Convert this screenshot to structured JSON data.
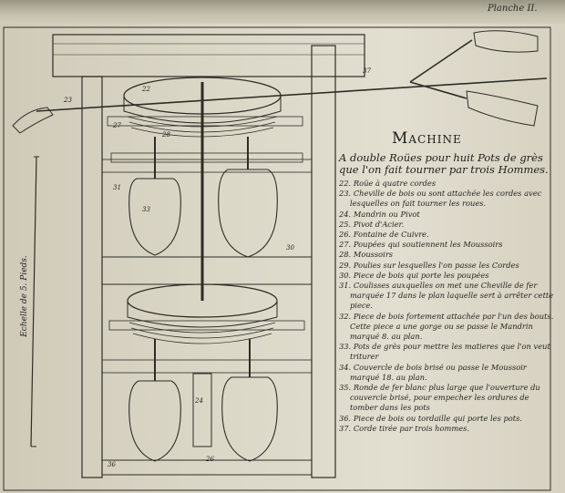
{
  "plate": {
    "title": "Planche II.",
    "machine_title": "Machine",
    "subtitle": "A double Roües pour huit Pots de grès que l'on fait tourner par trois Hommes.",
    "scale_label": "Echelle de 5. Pieds."
  },
  "legend": [
    "22. Roüe à quatre cordes",
    "23. Cheville de bois ou sont attachée les cordes avec lesquelles on fait tourner les roues.",
    "24. Mandrin ou Pivot",
    "25. Pivot d'Acier.",
    "26. Fontaine de Cuivre.",
    "27. Poupées qui soutiennent les Moussoirs",
    "28. Moussoirs",
    "29. Poulies sur lesquelles l'on passe les Cordes",
    "30. Piece de bois qui porte les poupées",
    "31. Coulisses auxquelles on met une Cheville de fer marquée 17 dans le plan laquelle sert à arrêter cette piece.",
    "32. Piece de bois fortement attachée par l'un des bouts. Cette piece a une gorge ou se passe le Mandrin marqué 8. au plan.",
    "33. Pots de grès pour mettre les matieres que l'on veut triturer",
    "34. Couvercle de bois brisé ou passe le Moussoir marqué 18. au plan.",
    "35. Ronde de fer blanc plus large que l'ouverture du couvercle brisé, pour empecher les ordures de tomber dans les pots",
    "36. Piece de bois ou tordaille qui porte les pots.",
    "37. Corde tirée par trois hommes."
  ],
  "callouts": {
    "rope": "37",
    "pot": "33",
    "beam": "30",
    "pivot": "24",
    "frame": "31",
    "spindle": "28",
    "bar": "27",
    "base": "36",
    "fountain": "26",
    "top_wheel": "22",
    "peg": "23"
  }
}
